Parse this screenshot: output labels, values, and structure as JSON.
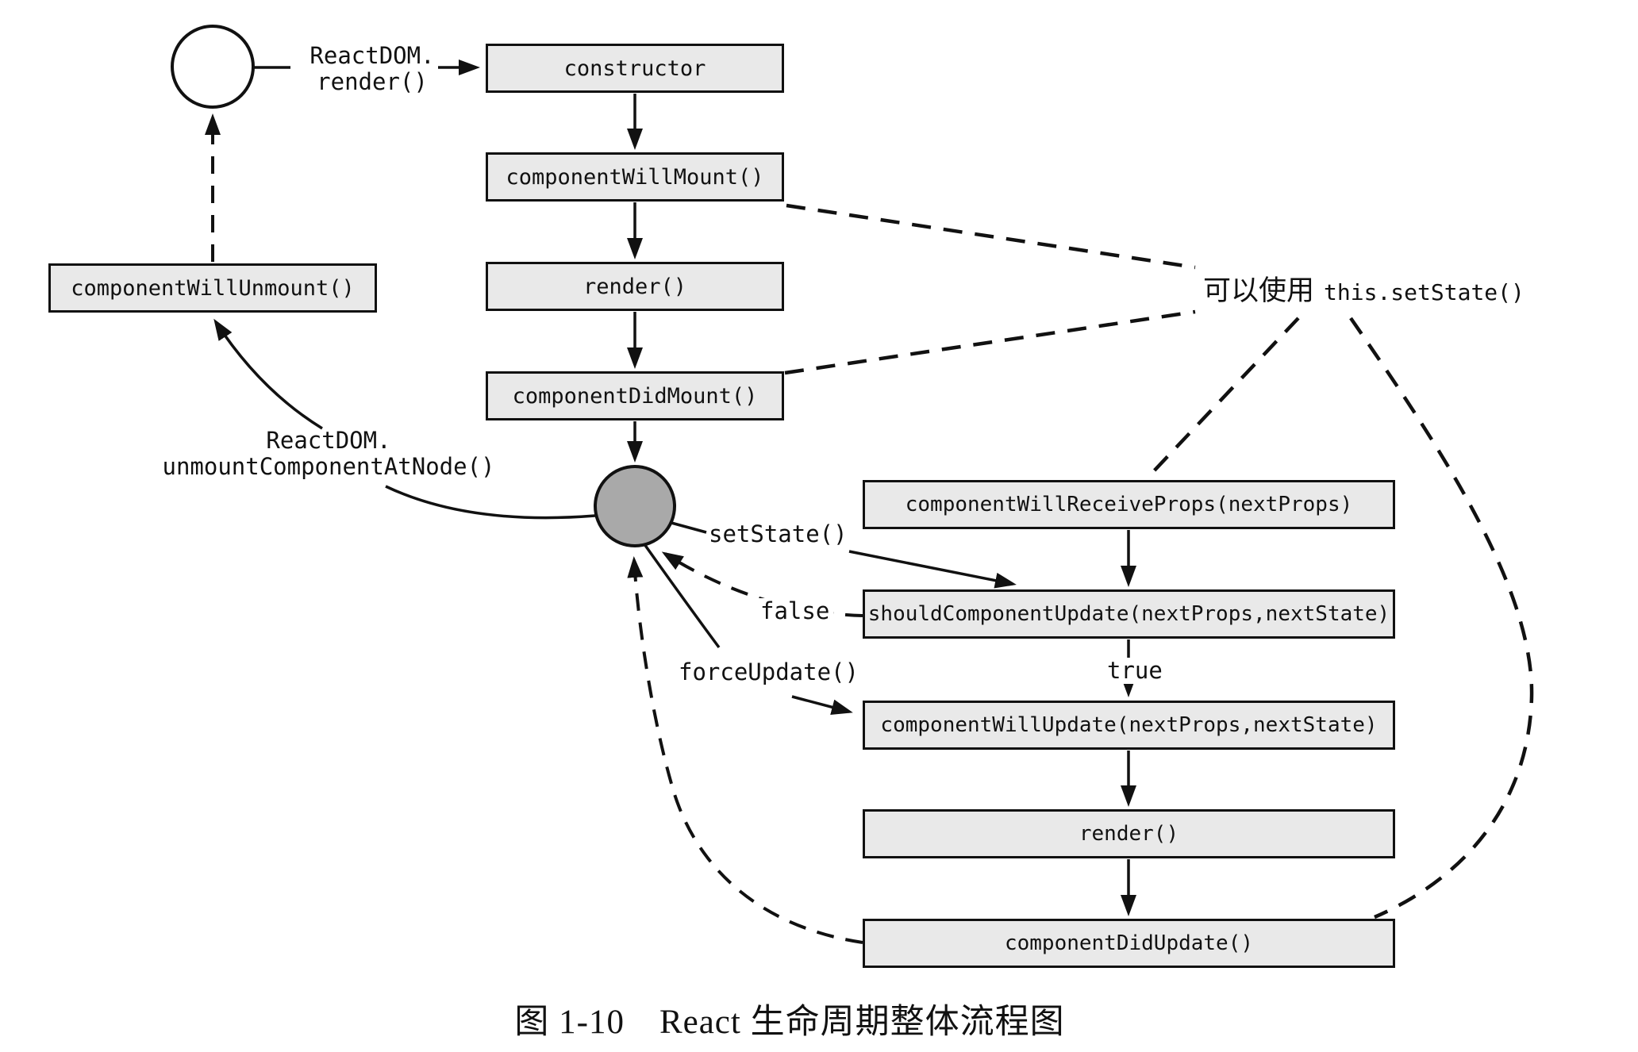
{
  "diagram": {
    "caption": "图 1-10　React 生命周期整体流程图",
    "annotation": {
      "zh": "可以使用",
      "code": "this.setState()"
    },
    "labels": {
      "reactdom_render": [
        "ReactDOM.",
        "render()"
      ],
      "reactdom_unmount": [
        "ReactDOM.",
        "unmountComponentAtNode()"
      ],
      "set_state": "setState()",
      "force_update": "forceUpdate()",
      "true_label": "true",
      "false_label": "false"
    },
    "mount_flow": [
      "constructor",
      "componentWillMount()",
      "render()",
      "componentDidMount()"
    ],
    "update_flow": [
      "componentWillReceiveProps(nextProps)",
      "shouldComponentUpdate(nextProps,nextState)",
      "componentWillUpdate(nextProps,nextState)",
      "render()",
      "componentDidUpdate()"
    ],
    "unmount_box": "componentWillUnmount()",
    "colors": {
      "background": "#ffffff",
      "box_fill": "#e9e9e9",
      "box_border": "#111111",
      "state_circle_fill": "#a9a9a9",
      "line": "#111111"
    }
  }
}
